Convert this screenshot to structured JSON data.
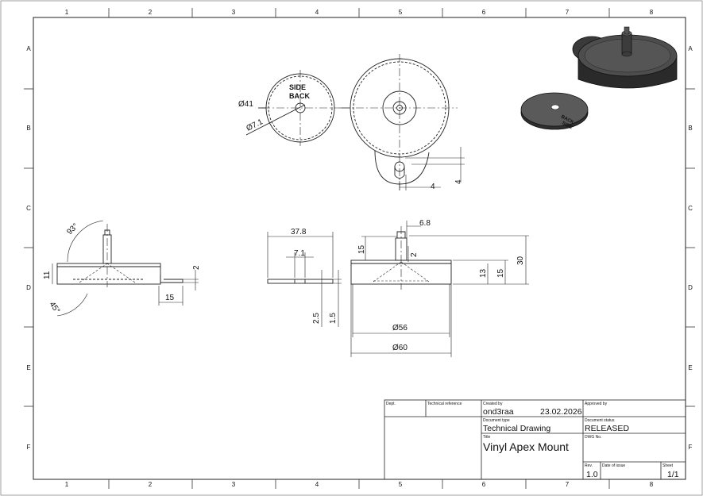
{
  "zones": {
    "columns": [
      "1",
      "2",
      "3",
      "4",
      "5",
      "6",
      "7",
      "8"
    ],
    "rows": [
      "A",
      "B",
      "C",
      "D",
      "E",
      "F"
    ]
  },
  "dimensions": {
    "d41": "Ø41",
    "d7_1": "Ø7.1",
    "bottom_4": "4",
    "right_4": "4",
    "angle_93": "93°",
    "angle_45": "45°",
    "h11": "11",
    "side_2": "2",
    "side_15": "15",
    "w37_8": "37.8",
    "w7_1": "7.1",
    "h2_5": "2.5",
    "h1_5": "1.5",
    "w6_8": "6.8",
    "pin15": "15",
    "pin2": "2",
    "h30": "30",
    "h13": "13",
    "h15": "15",
    "d56": "Ø56",
    "d60": "Ø60"
  },
  "engraving": {
    "line1": "SIDE",
    "line2": "BACK",
    "iso_line1": "BACK",
    "iso_line2": "SIDE"
  },
  "title_block": {
    "dept_label": "Dept.",
    "tech_ref_label": "Technical reference",
    "created_by_label": "Created by",
    "created_by": "ond3raa",
    "date": "23.02.2026",
    "approved_by_label": "Approved by",
    "doc_type_label": "Document type",
    "doc_type": "Technical Drawing",
    "doc_status_label": "Document status",
    "doc_status": "RELEASED",
    "title_label": "Title",
    "title": "Vinyl Apex Mount",
    "dwg_no_label": "DWG No.",
    "rev_label": "Rev.",
    "rev": "1.0",
    "date_of_issue_label": "Date of issue",
    "sheet_label": "Sheet",
    "sheet": "1/1"
  }
}
